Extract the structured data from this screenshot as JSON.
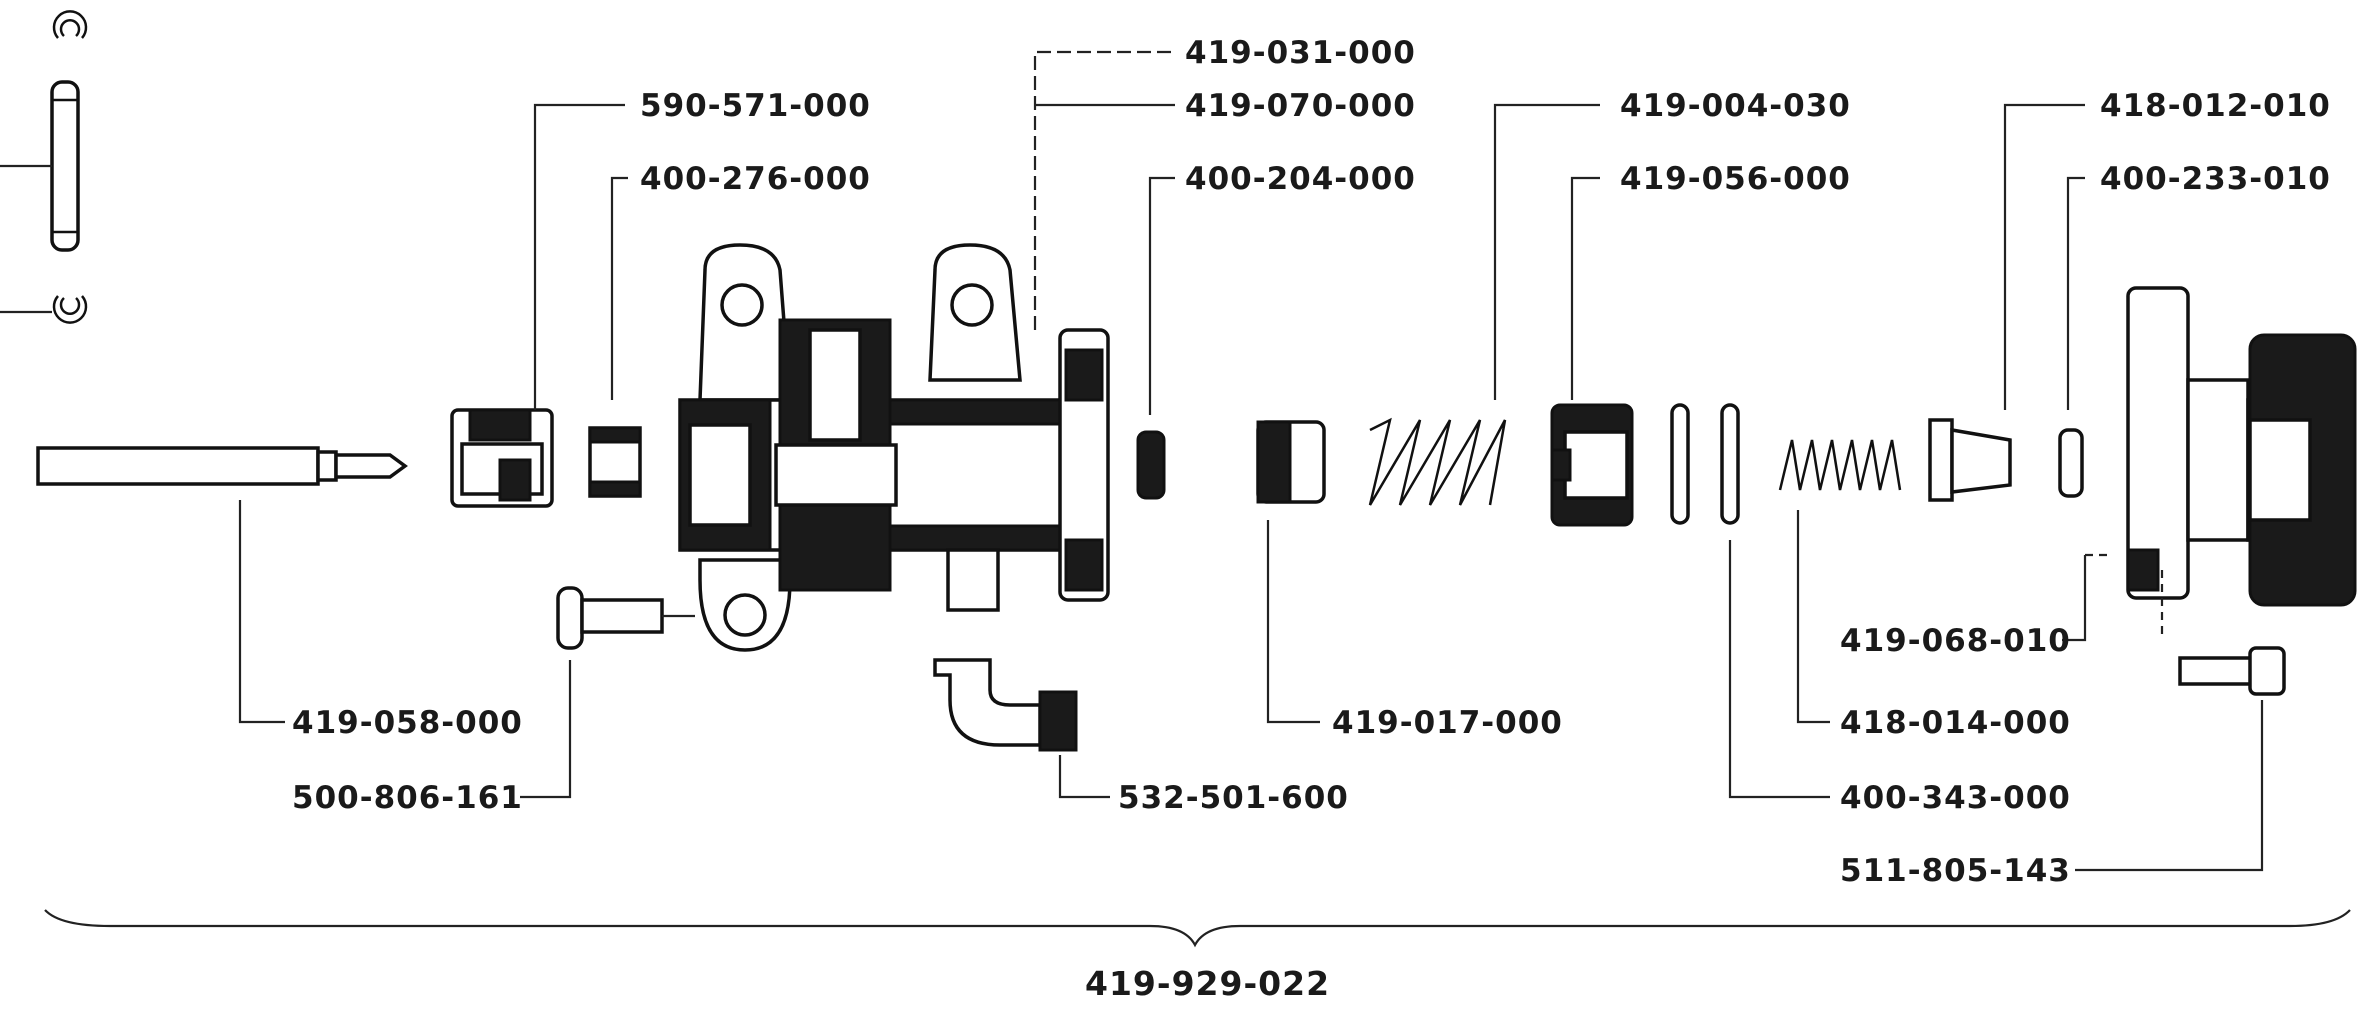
{
  "labels": {
    "p419_031_000": "419-031-000",
    "p590_571_000": "590-571-000",
    "p419_070_000": "419-070-000",
    "p419_004_030": "419-004-030",
    "p418_012_010": "418-012-010",
    "p400_276_000": "400-276-000",
    "p400_204_000": "400-204-000",
    "p419_056_000": "419-056-000",
    "p400_233_010": "400-233-010",
    "p419_068_010": "419-068-010",
    "p419_058_000": "419-058-000",
    "p419_017_000": "419-017-000",
    "p418_014_000": "418-014-000",
    "p500_806_161": "500-806-161",
    "p532_501_600": "532-501-600",
    "p400_343_000": "400-343-000",
    "p511_805_143": "511-805-143",
    "assembly": "419-929-022"
  }
}
